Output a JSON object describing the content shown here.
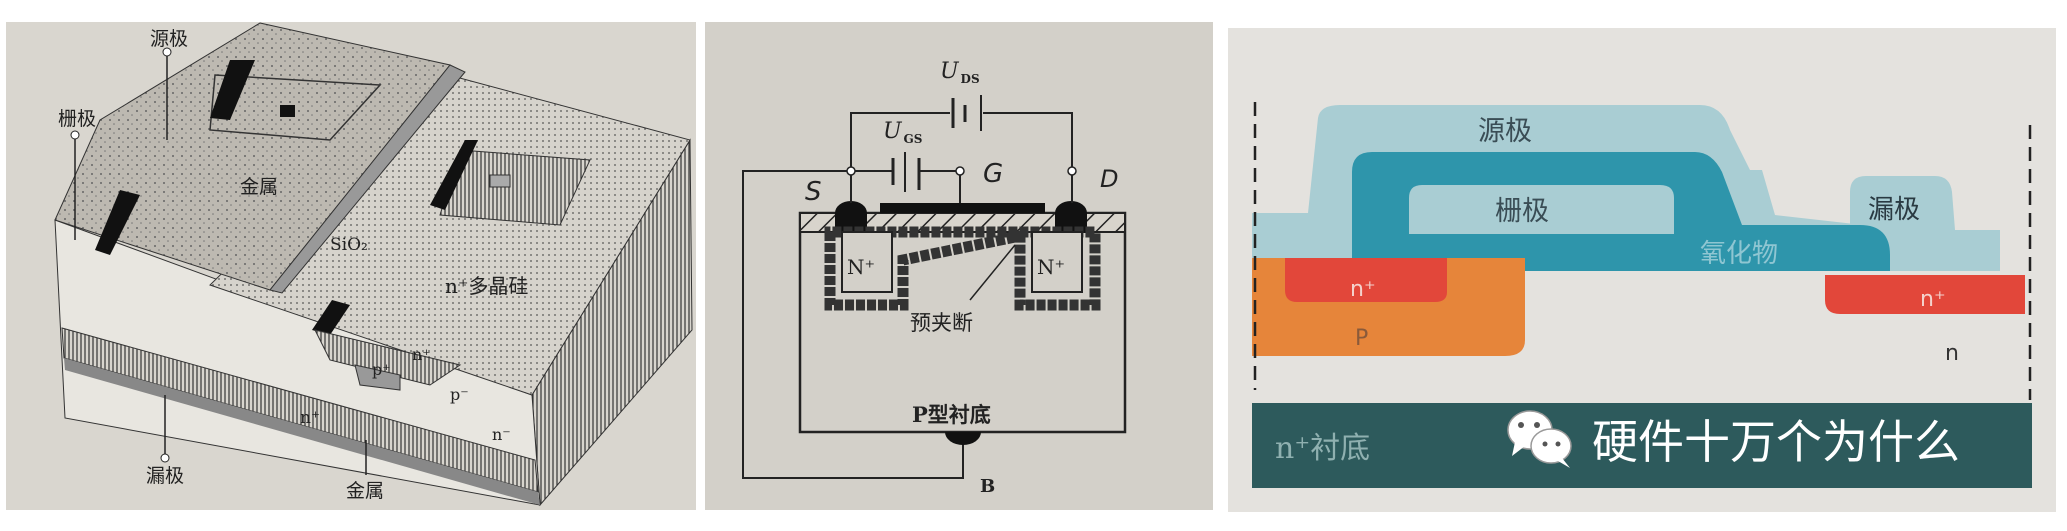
{
  "panel1": {
    "labels": {
      "source": "源极",
      "gate": "栅极",
      "metal_top": "金属",
      "sio2": "SiO₂",
      "poly": "n⁺多晶硅",
      "nplus_left": "n⁺",
      "pplus": "p⁺",
      "nplus_right": "n⁺",
      "pminus": "p⁻",
      "nminus": "n⁻",
      "drain": "漏极",
      "metal_bottom": "金属"
    }
  },
  "panel2": {
    "labels": {
      "uds": "U",
      "uds_sub": "DS",
      "ugs": "U",
      "ugs_sub": "GS",
      "s": "S",
      "g": "G",
      "d": "D",
      "nplus_left": "N⁺",
      "nplus_right": "N⁺",
      "pinchoff": "预夹断",
      "substrate": "P型衬底",
      "b": "B"
    }
  },
  "panel3": {
    "labels": {
      "source": "源极",
      "gate": "栅极",
      "drain": "漏极",
      "oxide": "氧化物",
      "nplus_left": "n⁺",
      "nplus_right": "n⁺",
      "p": "P",
      "n": "n",
      "substrate": "n⁺衬底"
    },
    "colors": {
      "source_metal": "#a9cdd3",
      "gate_ring": "#2e95ab",
      "nplus": "#e2473a",
      "p": "#e6853a",
      "substrate": "#2d5a5c"
    }
  },
  "watermark": {
    "icon": "wechat-icon",
    "text": "硬件十万个为什么"
  }
}
